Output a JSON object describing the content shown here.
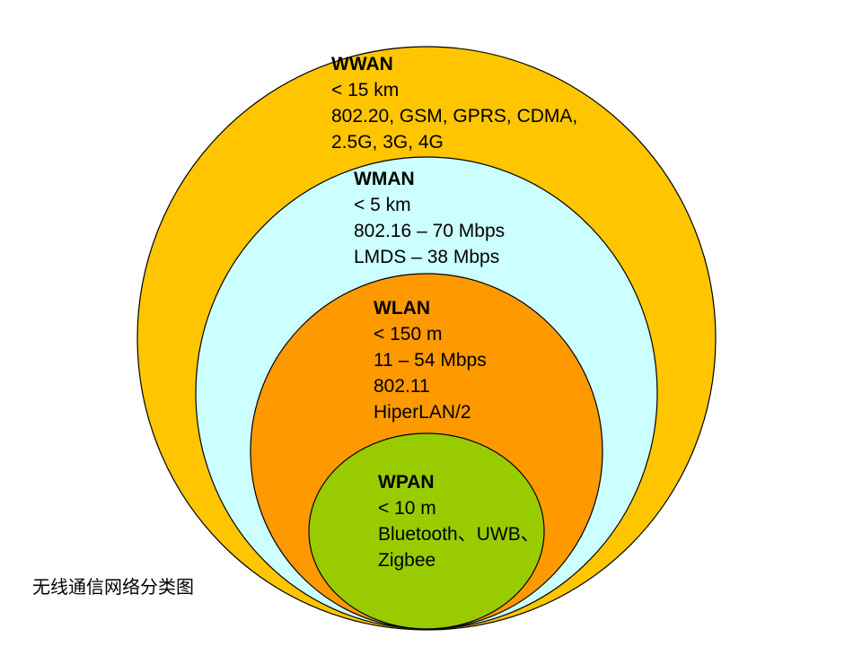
{
  "caption": "无线通信网络分类图",
  "colors": {
    "wwan": "#FFC600",
    "wman": "#CCFFFF",
    "wlan": "#FF9900",
    "wpan": "#99CC00",
    "outline": "#000000"
  },
  "networks": [
    {
      "id": "wwan",
      "title": "WWAN",
      "lines": [
        "< 15 km",
        "802.20, GSM, GPRS, CDMA,",
        "2.5G, 3G, 4G"
      ]
    },
    {
      "id": "wman",
      "title": "WMAN",
      "lines": [
        "< 5 km",
        "802.16 – 70 Mbps",
        "LMDS – 38 Mbps"
      ]
    },
    {
      "id": "wlan",
      "title": "WLAN",
      "lines": [
        "< 150 m",
        "11 – 54 Mbps",
        "802.11",
        "HiperLAN/2"
      ]
    },
    {
      "id": "wpan",
      "title": "WPAN",
      "lines": [
        "< 10 m",
        "Bluetooth、UWB、",
        "Zigbee"
      ]
    }
  ]
}
